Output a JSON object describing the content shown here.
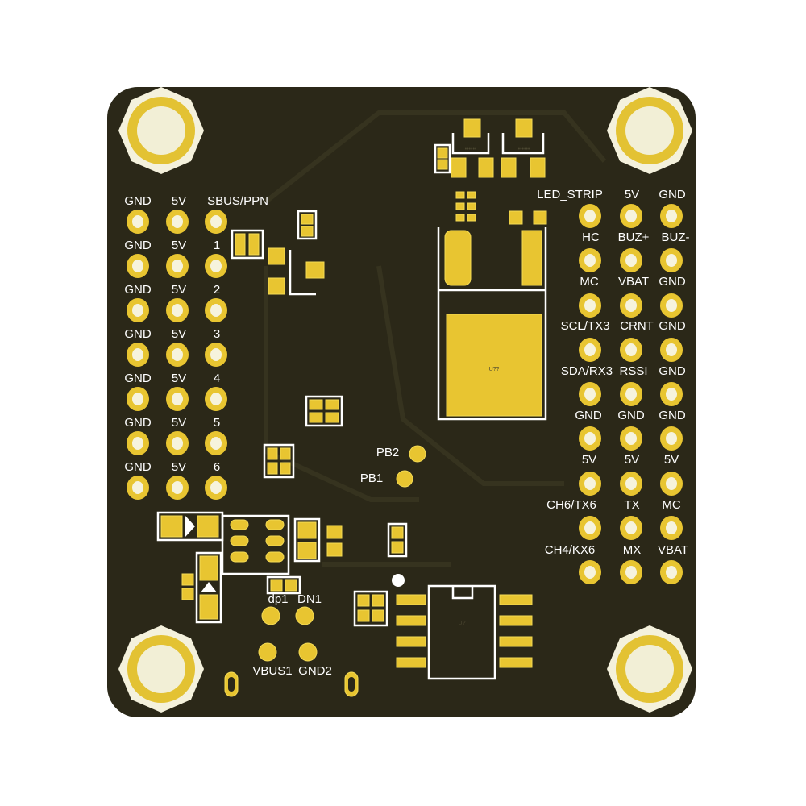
{
  "left_header": {
    "gnd": "GND",
    "v5": "5V",
    "sbus": "SBUS/PPN"
  },
  "left_rows": [
    {
      "gnd": "GND",
      "v5": "5V",
      "sig": "1"
    },
    {
      "gnd": "GND",
      "v5": "5V",
      "sig": "2"
    },
    {
      "gnd": "GND",
      "v5": "5V",
      "sig": "3"
    },
    {
      "gnd": "GND",
      "v5": "5V",
      "sig": "4"
    },
    {
      "gnd": "GND",
      "v5": "5V",
      "sig": "5"
    },
    {
      "gnd": "GND",
      "v5": "5V",
      "sig": "6"
    }
  ],
  "right_rows": [
    {
      "a": "LED_STRIP",
      "b": "5V",
      "c": "GND"
    },
    {
      "a": "HC",
      "b": "BUZ+",
      "c": "BUZ-"
    },
    {
      "a": "MC",
      "b": "VBAT",
      "c": "GND"
    },
    {
      "a": "SCL/TX3",
      "b": "CRNT",
      "c": "GND"
    },
    {
      "a": "SDA/RX3",
      "b": "RSSI",
      "c": "GND"
    },
    {
      "a": "GND",
      "b": "GND",
      "c": "GND"
    },
    {
      "a": "5V",
      "b": "5V",
      "c": "5V"
    },
    {
      "a": "CH6/TX6",
      "b": "TX",
      "c": "MC"
    },
    {
      "a": "CH4/KX6",
      "b": "MX",
      "c": "VBAT"
    }
  ],
  "test_pads": {
    "pb2": "PB2",
    "pb1": "PB1",
    "dp1": "dp1",
    "dn1": "DN1",
    "vbus1": "VBUS1",
    "gnd2": "GND2"
  },
  "colors": {
    "board": "#2b2818",
    "gold": "#e8c531",
    "silkscreen": "#ffffff"
  }
}
